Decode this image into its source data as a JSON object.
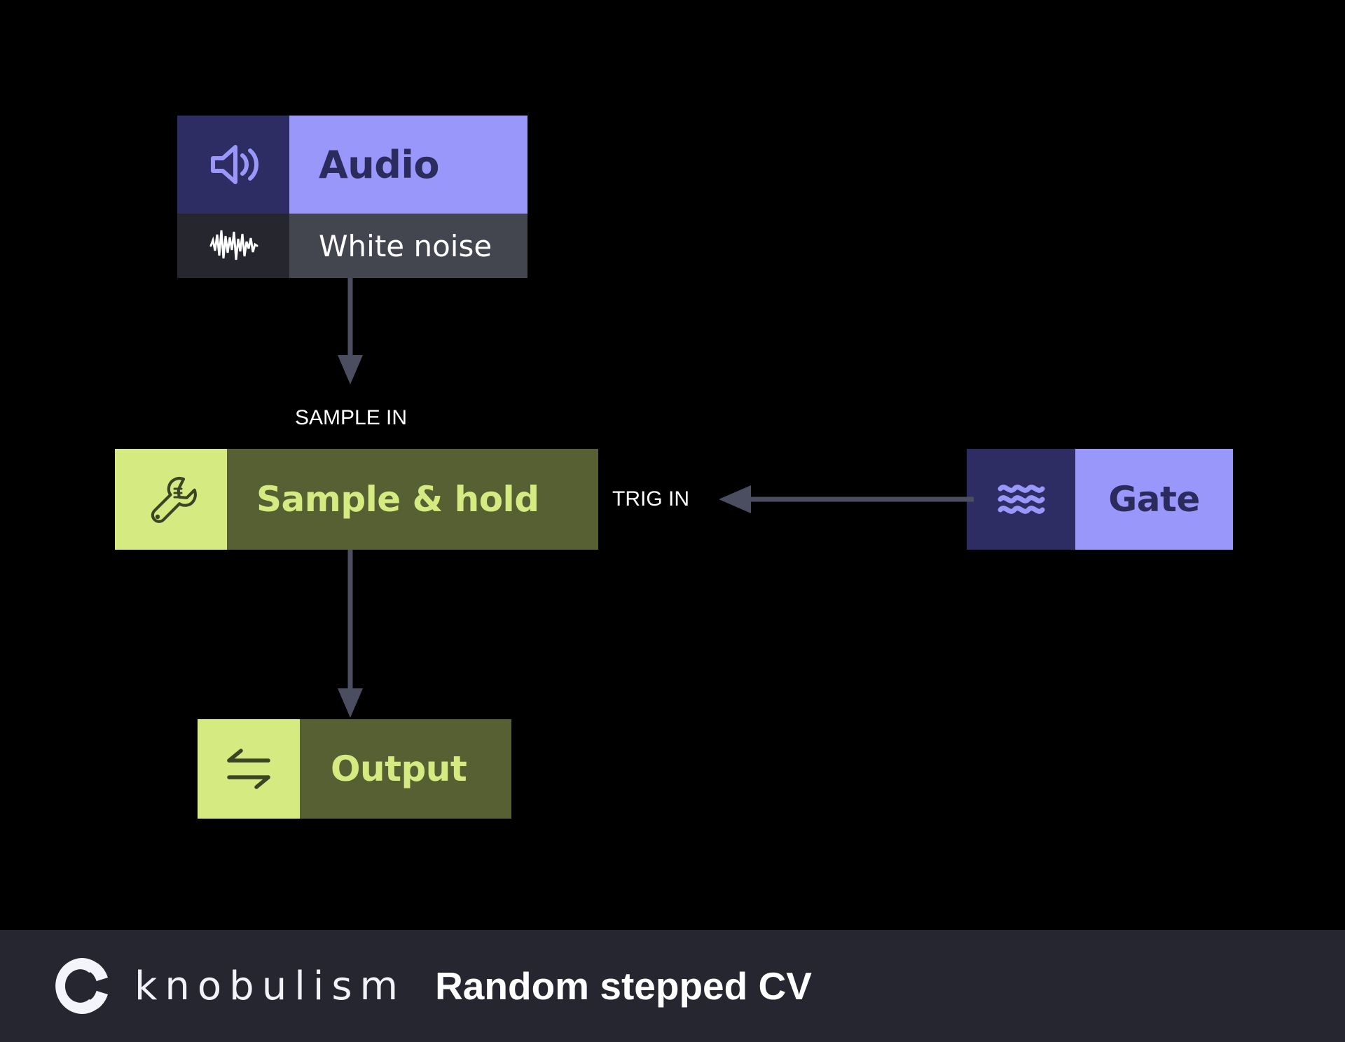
{
  "diagram": {
    "background_color": "#000000",
    "nodes": [
      {
        "id": "audio",
        "title": "Audio",
        "subtitle": "White noise",
        "icon": "speaker-icon",
        "subtitle_icon": "waveform-icon",
        "header_bg": "#9a97fb",
        "header_icon_bg": "#2d2d63",
        "header_text_color": "#2b2b5e",
        "sub_bg": "#43454f",
        "sub_icon_bg": "#26262f",
        "sub_text_color": "#ffffff"
      },
      {
        "id": "sample-hold",
        "title": "Sample & hold",
        "icon": "wrench-icon",
        "body_bg": "#576033",
        "icon_bg": "#d6ea82",
        "text_color": "#d6ea82"
      },
      {
        "id": "gate",
        "title": "Gate",
        "icon": "waves-icon",
        "body_bg": "#9a97fb",
        "icon_bg": "#2d2d63",
        "text_color": "#2b2b5e"
      },
      {
        "id": "output",
        "title": "Output",
        "icon": "transfer-arrows-icon",
        "body_bg": "#576033",
        "icon_bg": "#d6ea82",
        "text_color": "#d6ea82"
      }
    ],
    "edges": [
      {
        "id": "audio-to-sample-hold",
        "label": "SAMPLE IN",
        "from": "audio",
        "to": "sample-hold",
        "direction": "down",
        "color": "#4b4d60"
      },
      {
        "id": "gate-to-sample-hold",
        "label": "TRIG IN",
        "from": "gate",
        "to": "sample-hold",
        "direction": "left",
        "color": "#4b4d60"
      },
      {
        "id": "sample-hold-to-output",
        "label": "",
        "from": "sample-hold",
        "to": "output",
        "direction": "down",
        "color": "#4b4d60"
      }
    ]
  },
  "footer": {
    "brand": "knobulism",
    "title": "Random stepped CV",
    "background_color": "#262630",
    "logo_icon": "knobulism-logo-icon",
    "text_color": "#ffffff"
  }
}
